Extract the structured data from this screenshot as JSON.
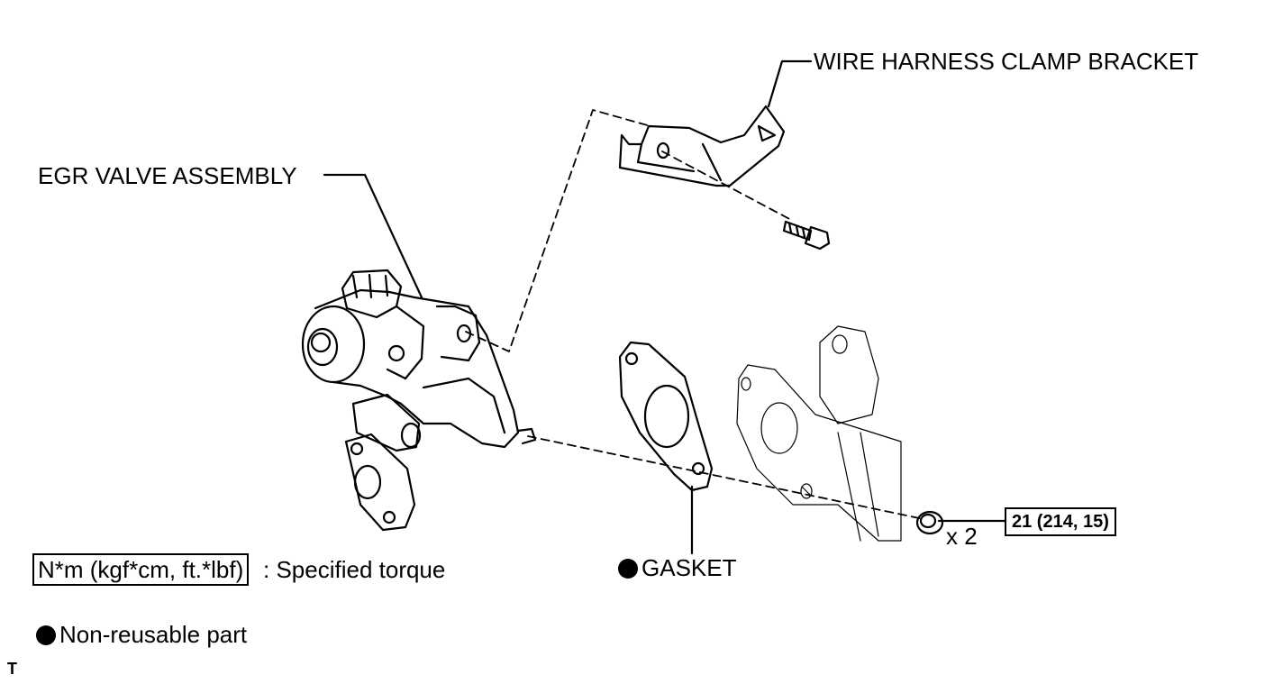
{
  "labels": {
    "wire_harness_bracket": "WIRE HARNESS CLAMP BRACKET",
    "egr_valve": "EGR VALVE ASSEMBLY",
    "gasket": "GASKET",
    "torque_value": "21 (214, 15)",
    "quantity": "x 2"
  },
  "legend": {
    "torque_units": "N*m (kgf*cm, ft.*lbf)",
    "torque_desc": ": Specified torque",
    "non_reusable": "Non-reusable part"
  },
  "corner_mark": "T"
}
